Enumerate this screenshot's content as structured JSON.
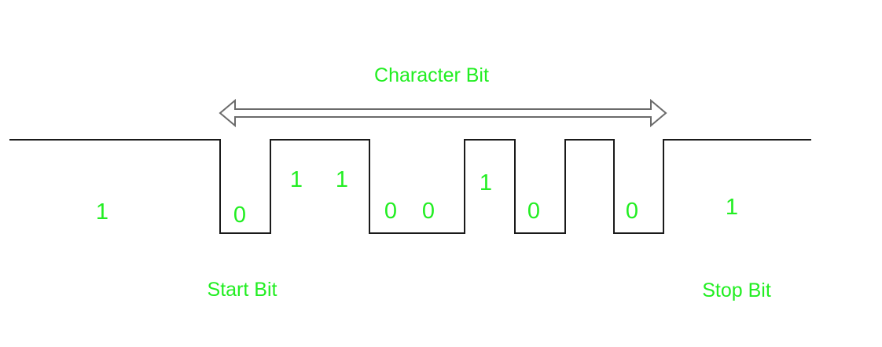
{
  "diagram": {
    "title": "Character Bit",
    "start_label": "Start Bit",
    "stop_label": "Stop Bit",
    "bits": [
      "1",
      "0",
      "1",
      "1",
      "0",
      "0",
      "1",
      "0",
      "0",
      "1"
    ],
    "colors": {
      "label": "#22ee22",
      "line": "#1a1a1a",
      "arrow_stroke": "#6b6b6b"
    }
  }
}
